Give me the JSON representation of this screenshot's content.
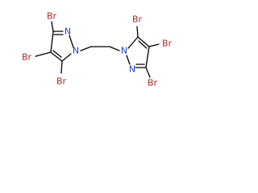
{
  "molecule": {
    "colors": {
      "bond": "#000000",
      "bromine": "#a52a2a",
      "nitrogen": "#1f3fcf",
      "background": "#ffffff"
    },
    "left_ring": {
      "br_top": "Br",
      "br_left": "Br",
      "br_bottom": "Br",
      "n_top": "N",
      "n_ring": "N"
    },
    "right_ring": {
      "br_top": "Br",
      "br_right": "Br",
      "br_bottom": "Br",
      "n_ring": "N",
      "n_bottom": "N"
    }
  }
}
